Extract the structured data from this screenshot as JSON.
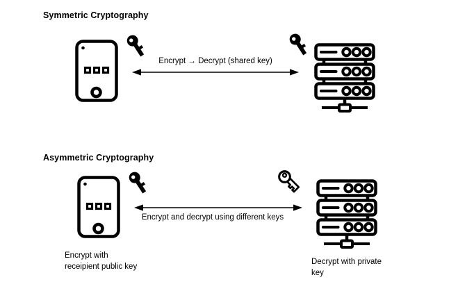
{
  "diagram": {
    "symmetric": {
      "title": "Symmetric Cryptography",
      "arrow_label": "Encrypt → Decrypt (shared key)",
      "icons": {
        "client": "tablet-device-icon",
        "client_key": "filled-key-icon",
        "server_key": "filled-key-icon",
        "server": "server-rack-icon"
      }
    },
    "asymmetric": {
      "title": "Asymmetric Cryptography",
      "arrow_label": "Encrypt and decrypt using different keys",
      "client_caption": [
        "Encrypt with",
        "receipient public key"
      ],
      "server_caption": [
        "Decrypt with private",
        "key"
      ],
      "icons": {
        "client": "tablet-device-icon",
        "client_key": "filled-key-icon",
        "server_key": "outlined-key-icon",
        "server": "server-rack-icon"
      }
    },
    "colors": {
      "ink": "#000000",
      "background": "#ffffff"
    }
  }
}
